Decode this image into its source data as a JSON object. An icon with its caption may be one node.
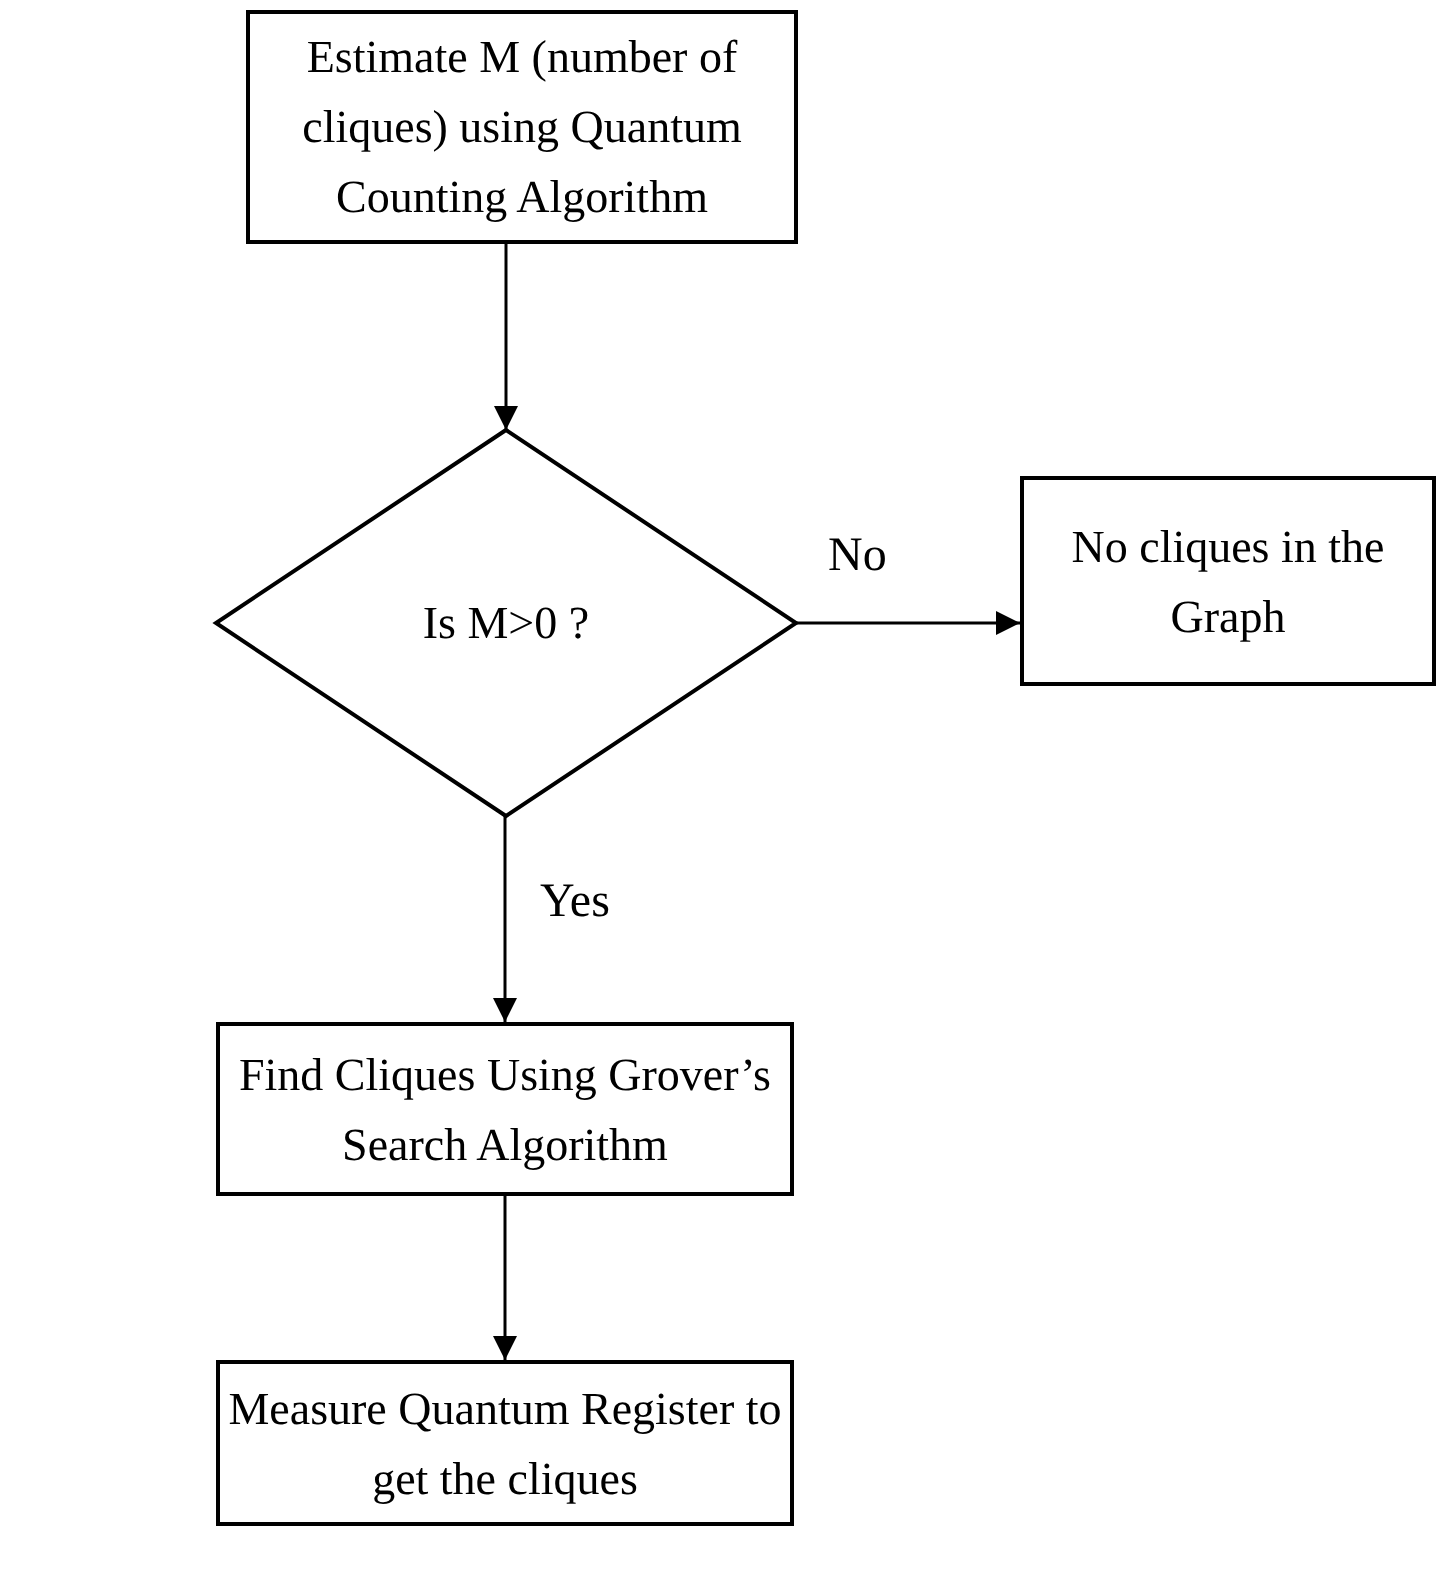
{
  "diagram": {
    "nodes": [
      {
        "text": [
          "Estimate M (number of cliques) using Quantum Counting Algorithm"
        ]
      },
      {
        "text": [
          "Is M>0 ?"
        ]
      },
      {
        "text": [
          "No cliques in the Graph"
        ]
      },
      {
        "text": [
          "Find Cliques Using Grover’s Search Algorithm"
        ]
      },
      {
        "text": [
          "Measure Quantum Register to get the cliques"
        ]
      }
    ],
    "edges": [
      {
        "from": 0,
        "to": 1,
        "arrow": "to"
      },
      {
        "from": 1,
        "to": 2,
        "arrow": "to",
        "label": "No"
      },
      {
        "from": 1,
        "to": 3,
        "arrow": "to",
        "label": "Yes"
      },
      {
        "from": 3,
        "to": 4,
        "arrow": "to"
      }
    ]
  }
}
